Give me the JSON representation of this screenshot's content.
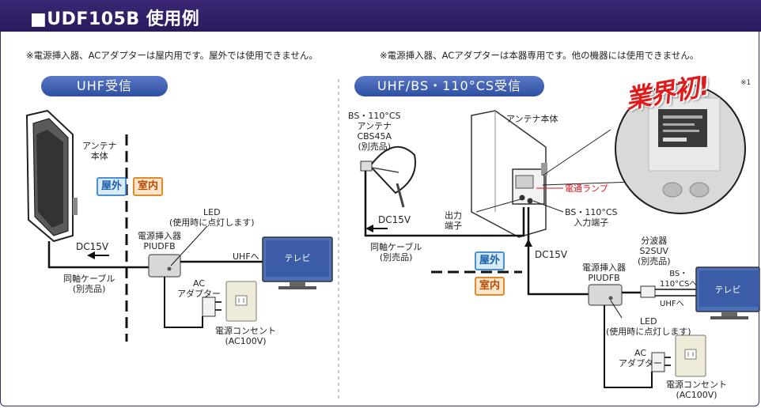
{
  "header": {
    "title": "■UDF105B 使用例"
  },
  "notes": {
    "left": "※電源挿入器、ACアダプターは屋内用です。屋外では使用できません。",
    "right": "※電源挿入器、ACアダプターは本器専用です。他の機器には使用できません。"
  },
  "left_panel": {
    "heading": "UHF受信",
    "antenna": "アンテナ\n本体",
    "outdoor": "屋外",
    "indoor": "室内",
    "led": "LED\n(使用時に点灯します)",
    "inserter": "電源挿入器\nPIUDFB",
    "dc": "DC15V",
    "cable": "同軸ケーブル\n(別売品)",
    "uhf_to": "UHFへ",
    "tv": "テレビ",
    "ac_adapter": "AC\nアダプター",
    "outlet": "電源コンセント\n(AC100V)"
  },
  "right_panel": {
    "heading": "UHF/BS・110°CS受信",
    "badge": "業界初!",
    "badge_note": "※1",
    "bs_antenna": "BS・110°CS\nアンテナ\nCBS45A\n(別売品)",
    "antenna": "アンテナ本体",
    "power_lamp": "電通ランプ",
    "out_terminal": "出力\n端子",
    "bs_in_terminal": "BS・110°CS\n入力端子",
    "dc_left": "DC15V",
    "cable": "同軸ケーブル\n(別売品)",
    "outdoor": "屋外",
    "indoor": "室内",
    "dc_up": "DC15V",
    "inserter": "電源挿入器\nPIUDFB",
    "splitter": "分波器\nS2SUV\n(別売品)",
    "bs_to": "BS・\n110°CSへ",
    "uhf_to": "UHFへ",
    "tv": "テレビ",
    "led": "LED\n(使用時に点灯します)",
    "ac_adapter": "AC\nアダプター",
    "outlet": "電源コンセント\n(AC100V)"
  },
  "colors": {
    "header_bg": "#2f1e66",
    "pill": "#3558a8",
    "outdoor": "#1a5ea8",
    "indoor": "#b64c00",
    "accent_red": "#e0141e"
  }
}
